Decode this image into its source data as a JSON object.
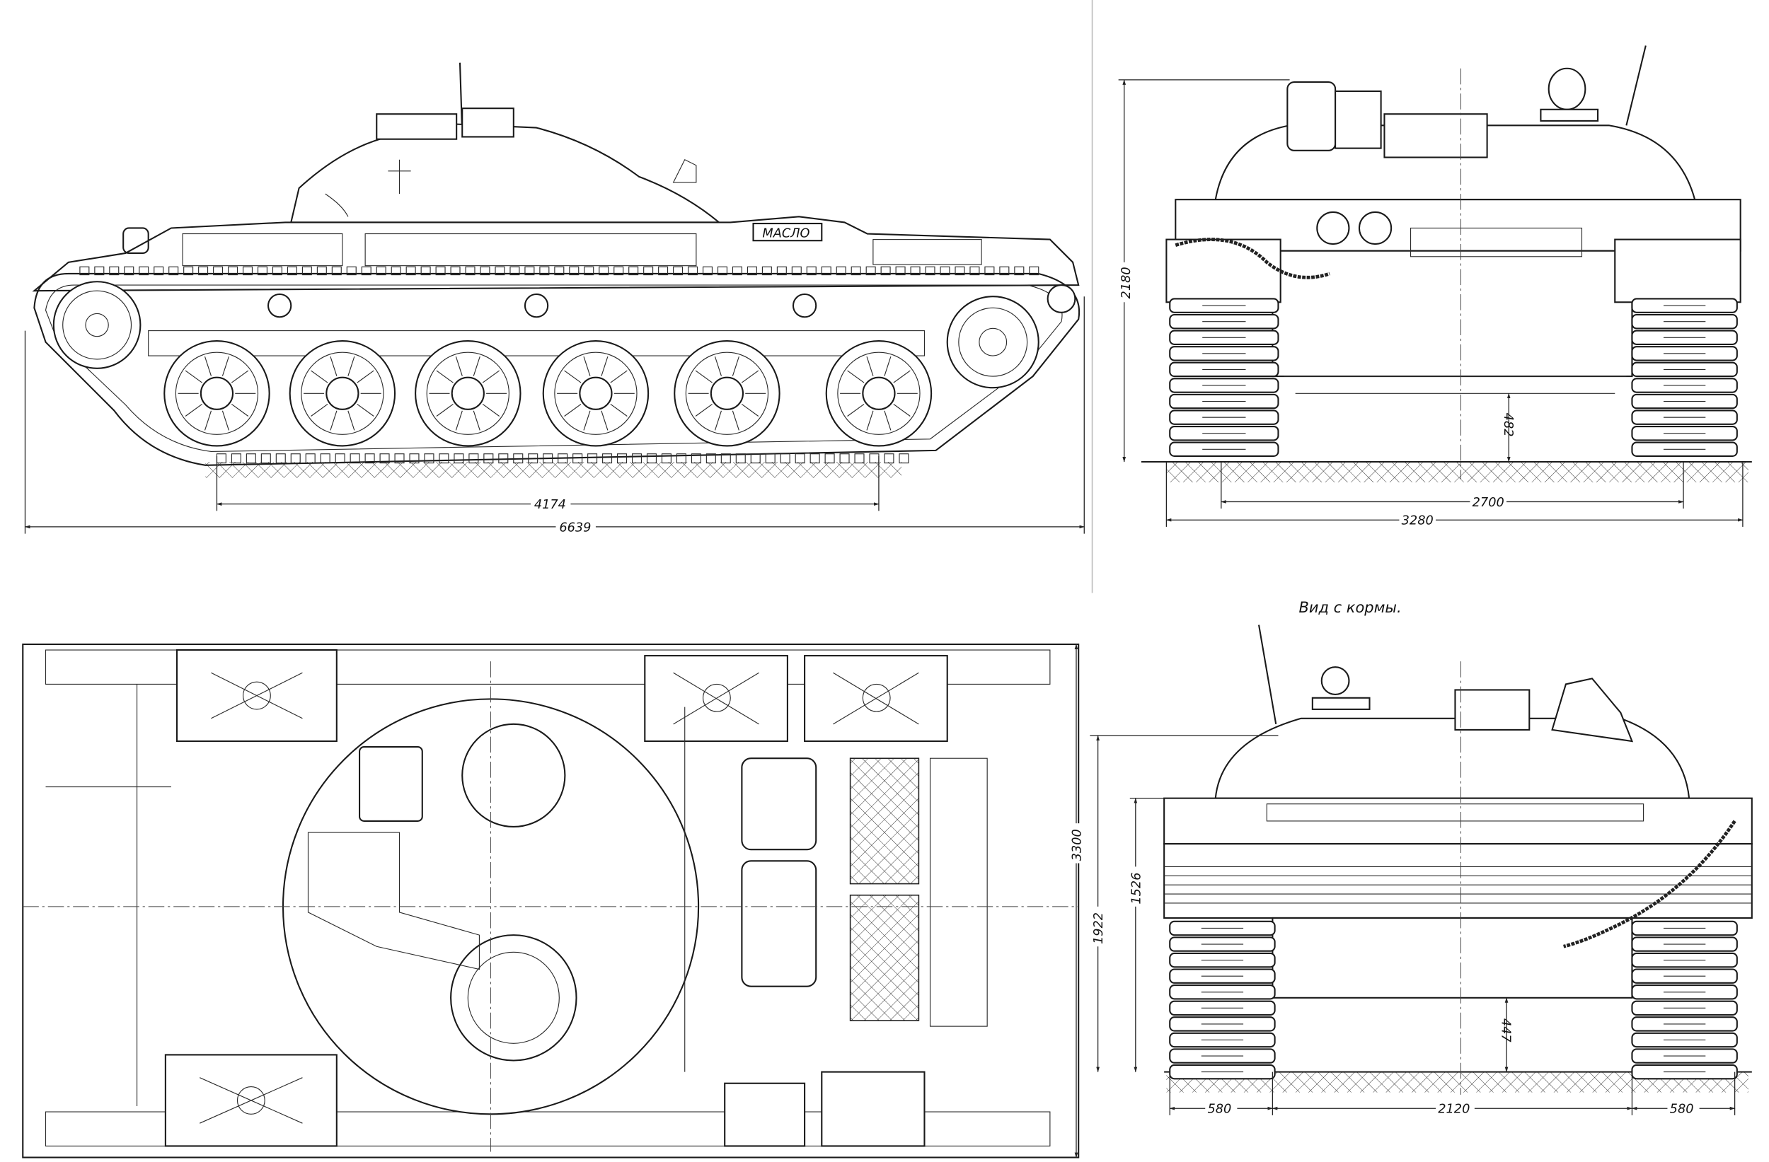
{
  "side_view": {
    "plate_label": "МАСЛО",
    "dim_wheelbase": "4174",
    "dim_length": "6639"
  },
  "front_view": {
    "dim_height": "2180",
    "dim_clearance": "482",
    "dim_track_center": "2700",
    "dim_width": "3280"
  },
  "top_view": {
    "dim_width": "3300"
  },
  "rear_view": {
    "title": "Вид с кормы.",
    "dim_hull_height": "1922",
    "dim_deck_height": "1526",
    "dim_clearance": "447",
    "dim_track_left": "580",
    "dim_track_gap": "2120",
    "dim_track_right": "580"
  },
  "colors": {
    "ink": "#1a1a1a",
    "paper": "#ffffff"
  }
}
